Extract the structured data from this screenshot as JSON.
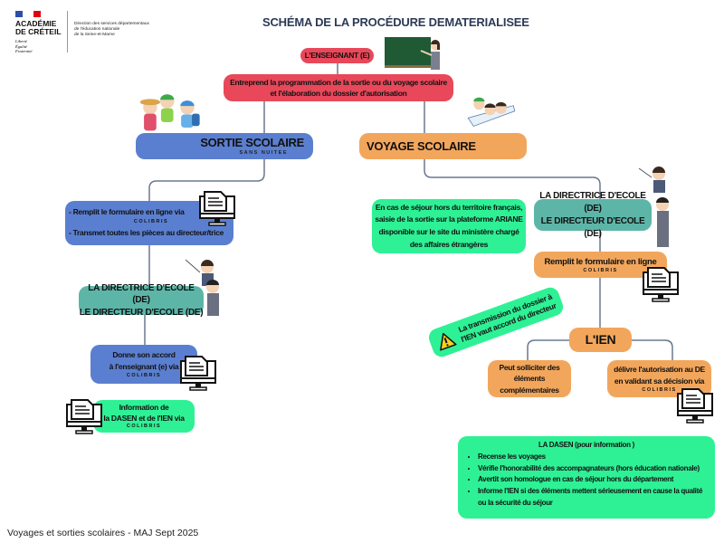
{
  "header": {
    "logo_line1": "ACADÉMIE",
    "logo_line2": "DE CRÉTEIL",
    "motto": [
      "Liberté",
      "Égalité",
      "Fraternité"
    ],
    "direction": [
      "Direction des services départementaux",
      "de l'éducation nationale",
      "de la Seine-et-Marne"
    ],
    "title": "SCHÉMA DE LA PROCÉDURE DEMATERIALISEE"
  },
  "top": {
    "teacher": "L'ENSEIGNANT (E)",
    "undertakes_line1": "Entreprend la programmation de la sortie ou du voyage scolaire",
    "undertakes_line2": "et l'élaboration du dossier d'autorisation"
  },
  "left": {
    "title": "SORTIE SCOLAIRE",
    "subtitle": "SANS NUITEE",
    "form_line1": "-  Remplit le formulaire en ligne via",
    "form_colibris": "COLIBRIS",
    "form_line2": "- Transmet toutes les pièces au directeur/trice",
    "director_line1": "LA DIRECTRICE D'ECOLE (DE)",
    "director_line2": "LE DIRECTEUR D'ECOLE (DE)",
    "agree_line1": "Donne son accord",
    "agree_line2": "à l'enseignant (e) via",
    "agree_colibris": "COLIBRIS",
    "info_line1": "Information de",
    "info_line2": "la DASEN et de l'IEN via",
    "info_colibris": "COLIBRIS"
  },
  "right": {
    "title": "VOYAGE SCOLAIRE",
    "ariane": [
      "En cas de séjour hors du territoire français,",
      "saisie de la sortie sur la plateforme ARIANE",
      "disponible sur le site du ministère chargé",
      "des affaires étrangères"
    ],
    "director_line1": "LA DIRECTRICE D'ECOLE (DE)",
    "director_line2": "LE DIRECTEUR D'ECOLE (DE)",
    "form_line": "Remplit le formulaire en ligne",
    "form_colibris": "COLIBRIS",
    "warning_line1": "La transmission du dossier à",
    "warning_line2": "l'IEN vaut accord du directeur",
    "ien": "L'IEN",
    "request": [
      "Peut solliciter des",
      "éléments",
      "complémentaires"
    ],
    "deliver_line1": "délivre l'autorisation au DE",
    "deliver_line2": "en validant sa décision via",
    "deliver_colibris": "COLIBRIS",
    "dasen_title": "LA DASEN  (pour information )",
    "dasen_items": [
      "Recense les voyages",
      "Vérifie l'honorabilité des accompagnateurs (hors éducation nationale)",
      "Avertit son homologue en cas de séjour hors du département",
      "Informe l'IEN si des éléments mettent sérieusement en cause la qualité ou la sécurité du séjour"
    ]
  },
  "footer": "Voyages et sorties scolaires - MAJ Sept 2025",
  "colors": {
    "red": "#e8485a",
    "blue": "#5b7fd0",
    "teal": "#5db5a8",
    "orange": "#f2a65c",
    "green": "#2ef195",
    "line": "#6a7890"
  }
}
